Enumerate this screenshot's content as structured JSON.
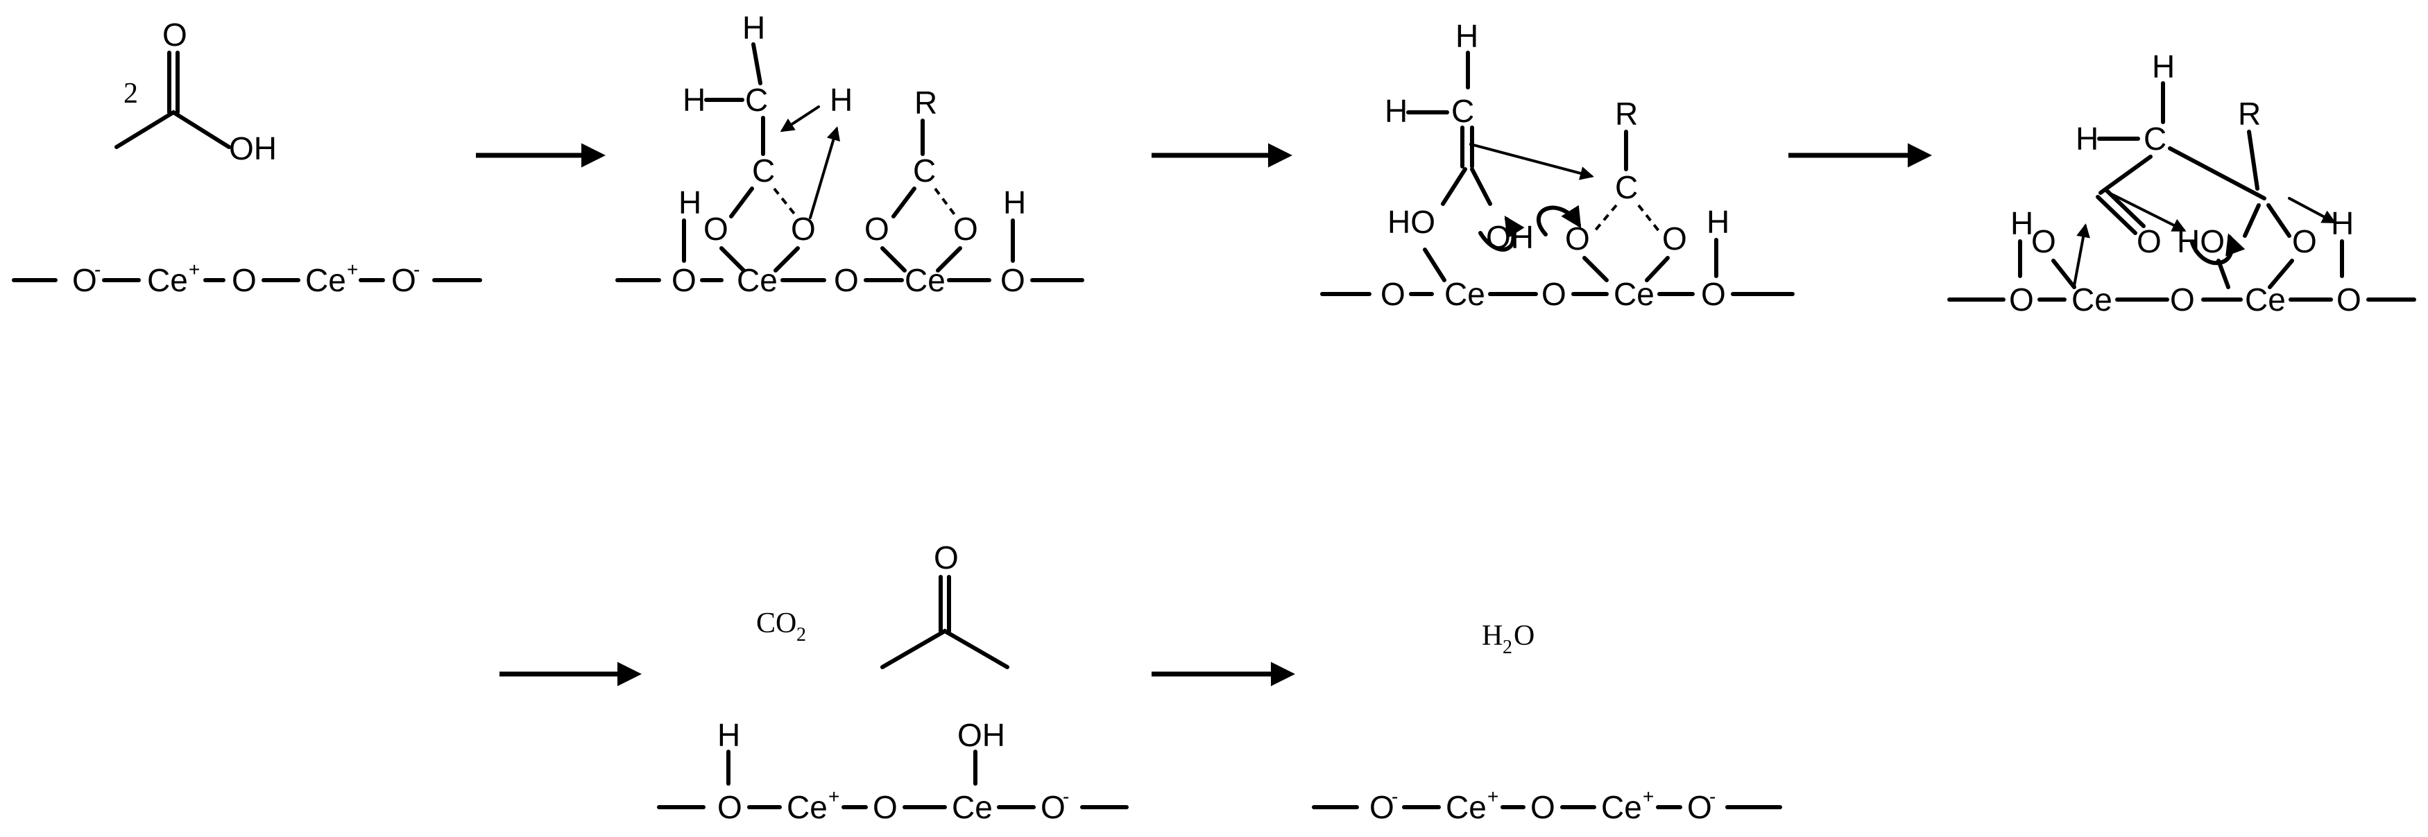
{
  "chem": {
    "ce": "Ce",
    "o": "O",
    "h": "H",
    "c": "C",
    "r": "R",
    "oh": "OH",
    "ho": "HO",
    "oh_weak": "OH",
    "minus": "-",
    "plus": "+",
    "coefficient": "2",
    "co2_base": "CO",
    "co2_sub": "2",
    "h2o_h": "H",
    "h2o_sub": "2",
    "h2o_o": "O"
  }
}
